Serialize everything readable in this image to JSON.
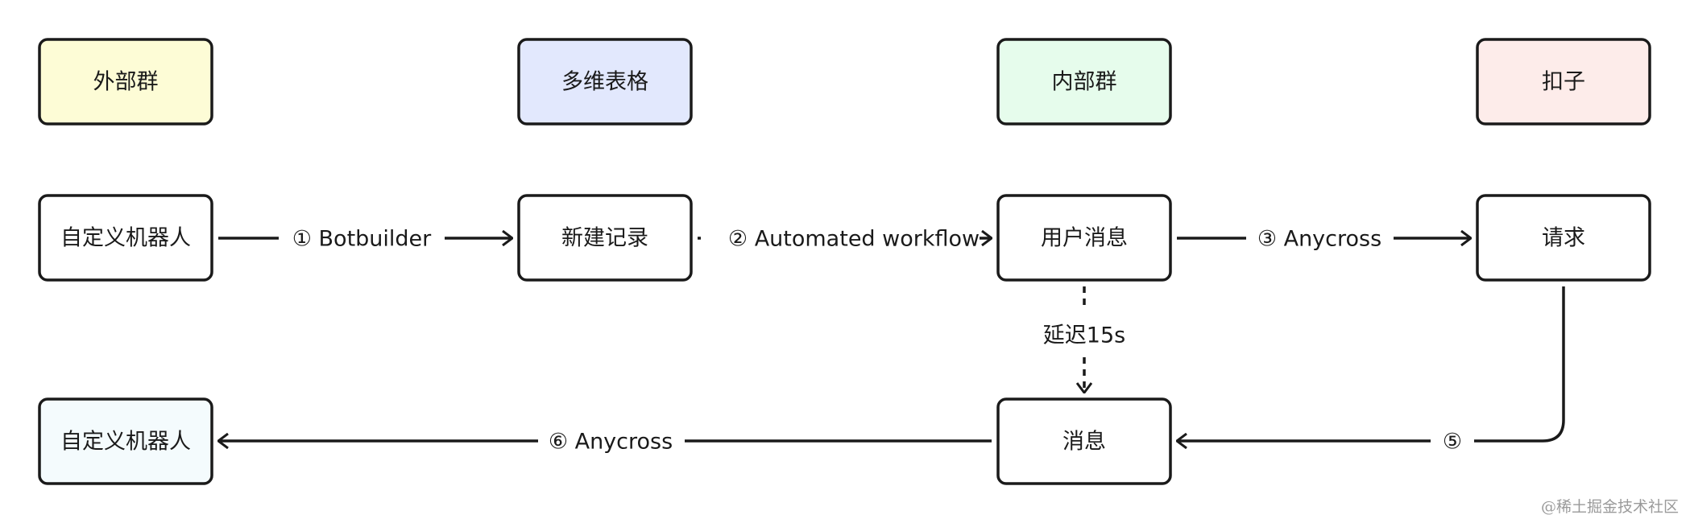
{
  "lanes": [
    {
      "label": "外部群",
      "fill": "#fdfcd6"
    },
    {
      "label": "多维表格",
      "fill": "#e2e8fd"
    },
    {
      "label": "内部群",
      "fill": "#e6fcec"
    },
    {
      "label": "扣子",
      "fill": "#fdecea"
    }
  ],
  "nodes": {
    "custom_bot_top": "自定义机器人",
    "new_record": "新建记录",
    "user_message": "用户消息",
    "request": "请求",
    "message": "消息",
    "custom_bot_bottom": "自定义机器人"
  },
  "edges": {
    "e1": "① Botbuilder",
    "e2": "② Automated workflow",
    "e3": "③ Anycross",
    "delay": "延迟15s",
    "e5": "⑤",
    "e6": "⑥ Anycross"
  },
  "watermark": "@稀土掘金技术社区",
  "colors": {
    "stroke": "#1a1a1a",
    "bottom_bot_fill": "#f4fbfd"
  }
}
